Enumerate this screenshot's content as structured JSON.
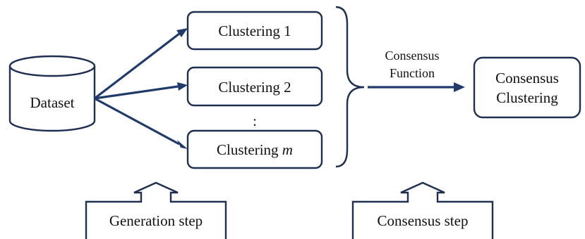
{
  "dataset": {
    "label": "Dataset"
  },
  "clusterings": [
    {
      "label": "Clustering 1"
    },
    {
      "label": "Clustering 2"
    },
    {
      "label": "Clustering ",
      "italic_suffix": "m"
    }
  ],
  "ellipsis": ":",
  "consensus_function": {
    "line1": "Consensus",
    "line2": "Function"
  },
  "consensus_clustering": {
    "line1": "Consensus",
    "line2": "Clustering"
  },
  "steps": {
    "generation": "Generation step",
    "consensus": "Consensus step"
  },
  "colors": {
    "arrow": "#1f3a6b",
    "border": "#1f2f4f",
    "text": "#111111"
  }
}
